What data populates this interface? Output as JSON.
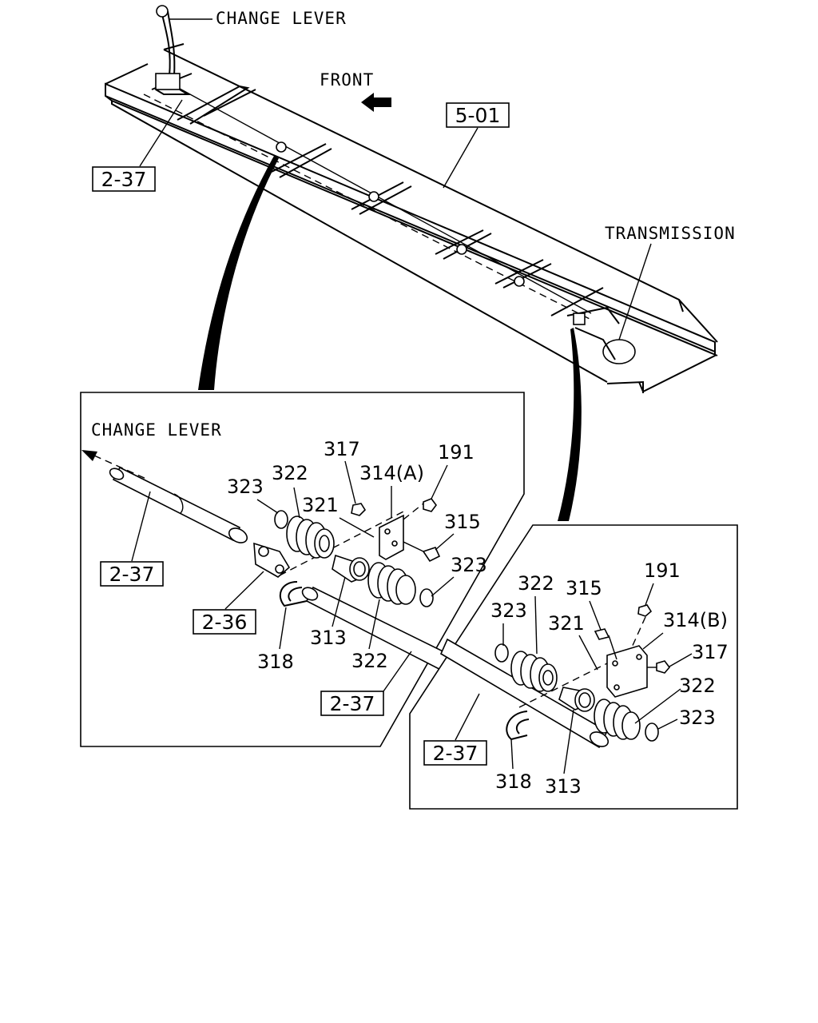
{
  "labels": {
    "change_lever_top": "CHANGE LEVER",
    "front": "FRONT",
    "transmission": "TRANSMISSION",
    "change_lever_inset": "CHANGE LEVER"
  },
  "refs": {
    "frame_ref": "5-01",
    "top_rod_ref": "2-37",
    "inset_a_rod_ref": "2-37",
    "inset_a_joint_ref": "2-36",
    "inset_a_shaft_ref": "2-37",
    "inset_b_shaft_ref": "2-37"
  },
  "inset_a": {
    "p317": "317",
    "p314": "314(A)",
    "p191": "191",
    "p323_top": "323",
    "p322_top": "322",
    "p321": "321",
    "p315": "315",
    "p323_right": "323",
    "p313": "313",
    "p318": "318",
    "p322_bottom": "322"
  },
  "inset_b": {
    "p322_top": "322",
    "p315": "315",
    "p191": "191",
    "p323_left": "323",
    "p321": "321",
    "p314": "314(B)",
    "p317": "317",
    "p322_right": "322",
    "p323_right": "323",
    "p318": "318",
    "p313": "313"
  }
}
